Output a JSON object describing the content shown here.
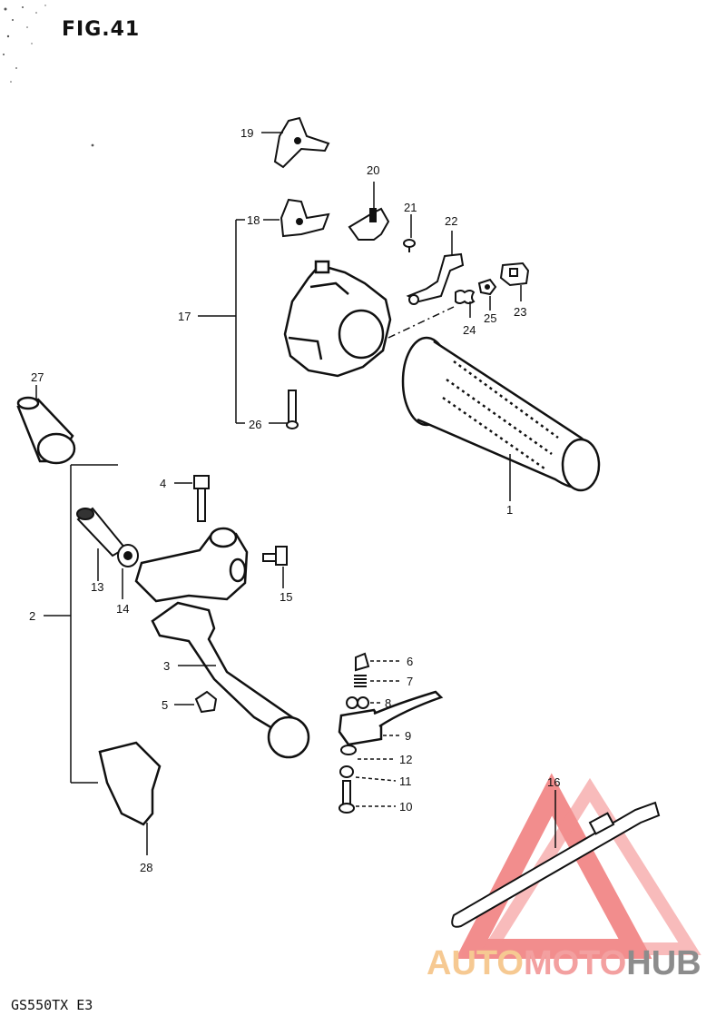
{
  "figure": {
    "title": "FIG.41",
    "model": "GS550TX E3"
  },
  "watermark": {
    "brand_parts": [
      "AUTO",
      "MOTO",
      "HUB"
    ],
    "colors": {
      "auto": "#f6c992",
      "moto": "#f3a0a0",
      "hub": "#8c8c8c",
      "logo": "#f07a7a"
    }
  },
  "callouts": {
    "c1": "1",
    "c2": "2",
    "c3": "3",
    "c4": "4",
    "c5": "5",
    "c6": "6",
    "c7": "7",
    "c8": "8",
    "c9": "9",
    "c10": "10",
    "c11": "11",
    "c12": "12",
    "c13": "13",
    "c14": "14",
    "c15": "15",
    "c16": "16",
    "c17": "17",
    "c18": "18",
    "c19": "19",
    "c20": "20",
    "c21": "21",
    "c22": "22",
    "c23": "23",
    "c24": "24",
    "c25": "25",
    "c26": "26",
    "c27": "27",
    "c28": "28"
  }
}
